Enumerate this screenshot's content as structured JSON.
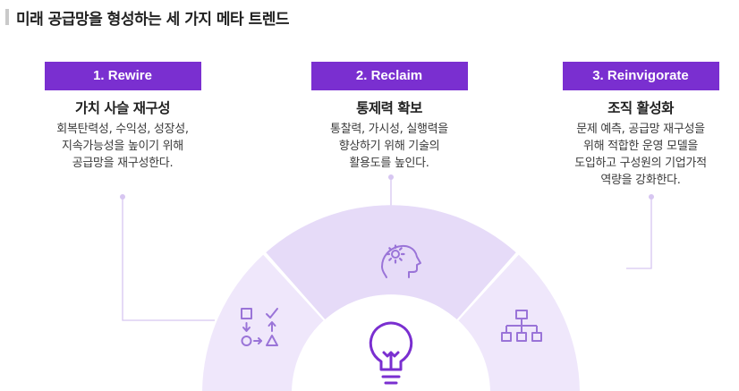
{
  "page": {
    "title": "미래 공급망을 형성하는 세 가지 메타 트렌드"
  },
  "trends": [
    {
      "badge": "1. Rewire",
      "heading": "가치 사슬 재구성",
      "description": "회복탄력성, 수익성, 성장성,\n지속가능성을 높이기 위해\n공급망을 재구성한다.",
      "icon": "process-flow-icon"
    },
    {
      "badge": "2. Reclaim",
      "heading": "통제력 확보",
      "description": "통찰력, 가시성, 실행력을\n향상하기 위해 기술의\n활용도를 높인다.",
      "icon": "head-gear-icon"
    },
    {
      "badge": "3. Reinvigorate",
      "heading": "조직 활성화",
      "description": "문제 예측, 공급망 재구성을\n위해 적합한 운영 모델을\n도입하고 구성원의 기업가적\n역량을 강화한다.",
      "icon": "org-chart-icon"
    }
  ],
  "center": {
    "icon": "lightbulb-icon"
  },
  "colors": {
    "accent": "#7a2fd0",
    "segment_outer": "#efe7fb",
    "segment_mid": "#e6dbf8",
    "icon": "#9a74d8",
    "connector": "#d7c6f1"
  }
}
